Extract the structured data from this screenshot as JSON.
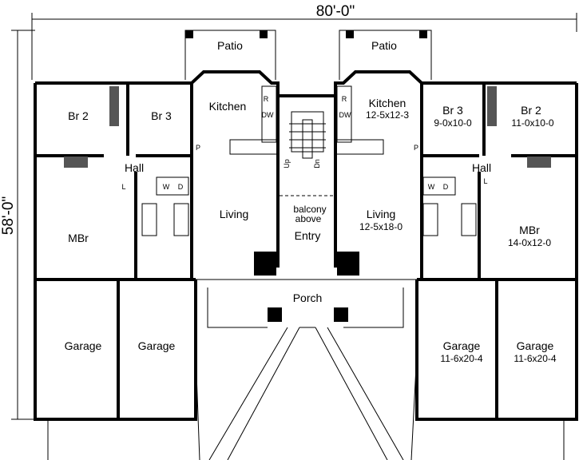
{
  "dimensions": {
    "width": "80'-0\"",
    "depth": "58'-0\""
  },
  "left_unit": {
    "patio": "Patio",
    "kitchen": "Kitchen",
    "br2": "Br 2",
    "br3": "Br 3",
    "hall": "Hall",
    "mbr": "MBr",
    "living": "Living",
    "garage1": "Garage",
    "garage2": "Garage"
  },
  "right_unit": {
    "patio": "Patio",
    "kitchen": "Kitchen",
    "kitchen_size": "12-5x12-3",
    "br3": "Br 3",
    "br3_size": "9-0x10-0",
    "br2": "Br 2",
    "br2_size": "11-0x10-0",
    "hall": "Hall",
    "mbr": "MBr",
    "mbr_size": "14-0x12-0",
    "living": "Living",
    "living_size": "12-5x18-0",
    "garage1": "Garage",
    "garage1_size": "11-6x20-4",
    "garage2": "Garage",
    "garage2_size": "11-6x20-4"
  },
  "center": {
    "entry": "Entry",
    "porch": "Porch",
    "balcony_line1": "balcony",
    "balcony_line2": "above",
    "up": "Up",
    "dn": "Dn"
  },
  "appliances": {
    "refrigerator": "R",
    "dishwasher": "DW",
    "pantry": "P",
    "washer": "W",
    "dryer": "D",
    "linen": "L"
  }
}
